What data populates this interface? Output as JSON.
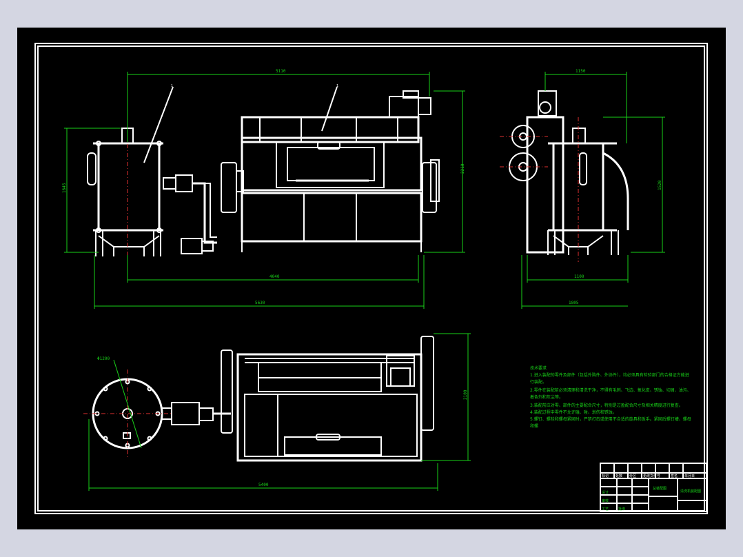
{
  "drawing": {
    "front_view": {
      "part_labels": [
        "1",
        "1"
      ],
      "dimensions": {
        "top_width": "5110",
        "height_right": "2210",
        "height_left": "1645",
        "bottom_inner": "4040",
        "bottom_overall": "5630"
      }
    },
    "side_view": {
      "dimensions": {
        "top_width": "1150",
        "height": "1520",
        "base_width": "1100",
        "overall_width": "1805"
      }
    },
    "plan_view": {
      "dimensions": {
        "diameter": "Φ1200",
        "height": "2100",
        "overall_length": "5400"
      }
    },
    "notes": {
      "title": "技术要求",
      "lines": [
        "1.进入装配的零件及部件（包括外购件、外协件），均必须具有检验部门的合格证方能进",
        "行装配。",
        "2.零件在装配前必须清理和清洗干净，不得有毛刺、飞边、氧化皮、锈蚀、切屑、油污、",
        "着色剂和灰尘等。",
        "3.装配前应对零、部件的主要配合尺寸，特别是过盈配合尺寸及相关精度进行复查。",
        "4.装配过程中零件不允许磕、碰、划伤和锈蚀。",
        "5.螺钉、螺栓和螺母紧固时，严禁打击或使用不合适的旋具和扳手。紧固后螺钉槽、螺母",
        "和螺"
      ]
    },
    "title_block": {
      "drawing_name": "总装配图",
      "school": "清洗机装配图",
      "small_cells": [
        "标记",
        "处数",
        "分区",
        "更改文件号",
        "签名",
        "年月日",
        "设计",
        "审核",
        "工艺",
        "批准"
      ]
    }
  }
}
